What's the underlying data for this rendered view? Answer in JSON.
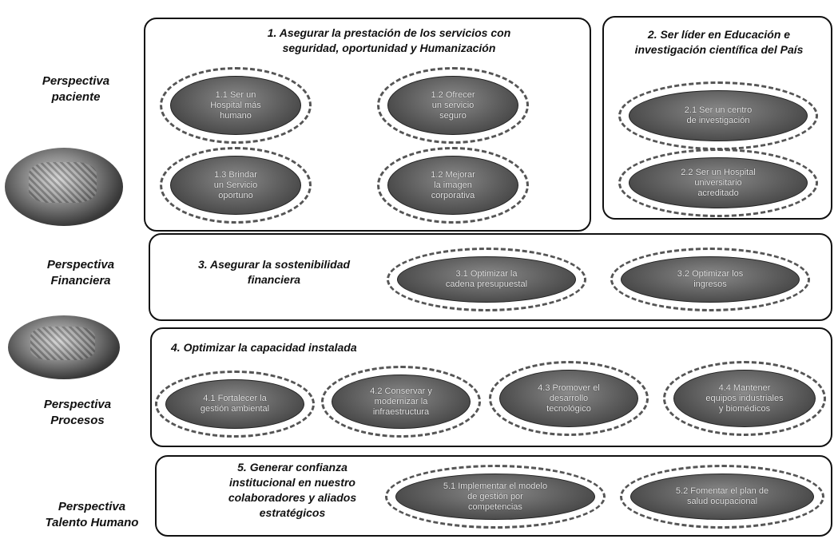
{
  "perspectives": [
    {
      "label": "Perspectiva\npaciente"
    },
    {
      "label": "Perspectiva\nFinanciera"
    },
    {
      "label": "Perspectiva\nProcesos"
    },
    {
      "label": "Perspectiva\nTalento Humano"
    }
  ],
  "panels": {
    "p1": {
      "title": "1. Asegurar la  prestación de los servicios  con\nseguridad, oportunidad y Humanización",
      "objectives": [
        {
          "label": "1.1 Ser un\nHospital más\nhumano"
        },
        {
          "label": "1.2 Ofrecer\nun servicio\nseguro"
        },
        {
          "label": "1.3 Brindar\nun Servicio\noportuno"
        },
        {
          "label": "1.2 Mejorar\nla imagen\ncorporativa"
        }
      ]
    },
    "p2": {
      "title": "2. Ser líder en Educación e\ninvestigación científica del País",
      "objectives": [
        {
          "label": "2.1 Ser un centro\nde investigación"
        },
        {
          "label": "2.2 Ser un Hospital\nuniversitario\nacreditado"
        }
      ]
    },
    "p3": {
      "title": "3. Asegurar la sostenibilidad\nfinanciera",
      "objectives": [
        {
          "label": "3.1 Optimizar la\ncadena presupuestal"
        },
        {
          "label": "3.2 Optimizar los\ningresos"
        }
      ]
    },
    "p4": {
      "title": "4. Optimizar la capacidad instalada",
      "objectives": [
        {
          "label": "4.1 Fortalecer la\ngestión ambiental"
        },
        {
          "label": "4.2 Conservar y\nmodernizar la\ninfraestructura"
        },
        {
          "label": "4.3 Promover el\ndesarrollo\ntecnológico"
        },
        {
          "label": "4.4 Mantener\nequipos industriales\ny biomédicos"
        }
      ]
    },
    "p5": {
      "title": "5. Generar confianza\ninstitucional en nuestro\ncolaboradores y aliados\nestratégicos",
      "objectives": [
        {
          "label": "5.1 Implementar el modelo\nde gestión por\ncompetencias"
        },
        {
          "label": "5.2 Fomentar el plan de\nsalud ocupacional"
        }
      ]
    }
  }
}
